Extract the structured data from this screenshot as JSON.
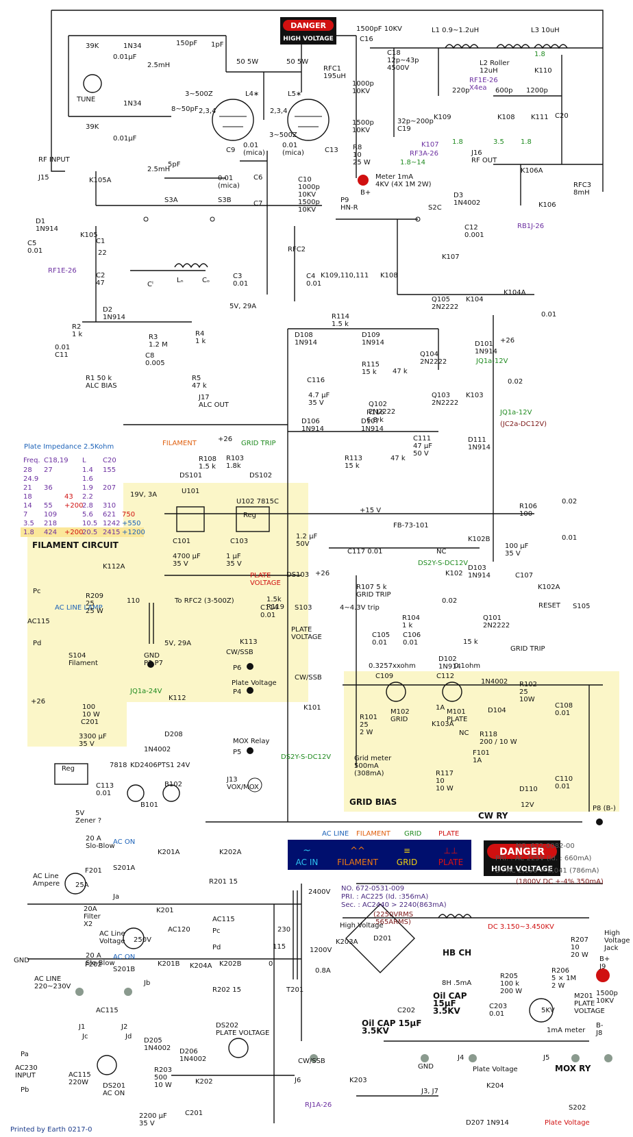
{
  "danger_top": {
    "title": "DANGER",
    "subtitle": "HIGH VOLTAGE"
  },
  "danger_bottom": {
    "title": "DANGER",
    "subtitle": "HIGH VOLTAGE"
  },
  "labels": {
    "tune": "TUNE",
    "rf_input": "RF INPUT",
    "j15": "J15",
    "k105a": "K105A",
    "r39k_a": "39K",
    "r39k_b": "39K",
    "d1n34_a": "1N34",
    "d1n34_b": "1N34",
    "c150p": "150pF",
    "c1p": "1pF",
    "c001_a": "0.01µF",
    "c001_b": "0.01µF",
    "l25mh_a": "2.5mH",
    "l25mh_b": "2.5mH",
    "c850p": "8~50pF",
    "c5p": "5pF",
    "r50_5w_a": "50  5W",
    "r50_5w_b": "50  5W",
    "l4": "L4∗",
    "l5": "L5∗",
    "tube_a": "3~500Z",
    "tube_b": "3~500Z",
    "pins_a": "2,3,4",
    "pins_b": "2,3,4",
    "c1500p_top": "1500pF  10KV",
    "c16": "C16",
    "rfc1": "RFC1\n195uH",
    "c18": "C18\n12p~43p\n4500V",
    "c1000p_10kv": "1000p\n10KV",
    "c1500p_10kv": "1500p\n10KV",
    "c19": "32p~200p\nC19",
    "l1": "L1  0.9~1.2uH",
    "l3": "L3  10uH",
    "l2": "L2 Roller\n12uH",
    "l3_val": "1.8",
    "k110": "K110",
    "rf1e26_top": "RF1E-26\nX4ea",
    "c220p": "220p",
    "c600p": "600p",
    "c1200p": "1200p",
    "c20": "C20",
    "k109": "K109",
    "k108": "K108",
    "k111": "K111",
    "v18_a": "1.8",
    "v35": "3.5",
    "v18_b": "1.8",
    "k107": "K107",
    "rf3a26": "RF3A-26",
    "range": "1.8~14",
    "r8": "R8\n10\n25 W",
    "meter": "Meter 1mA\n4KV (4X 1M 2W)",
    "p9": "P9\nHN-R",
    "b_plus": "B+",
    "c10": "C10\n1000p\n10KV\n1500p\n10KV",
    "j16": "J16\nRF OUT",
    "k106a": "K106A",
    "rfc3": "RFC3\n8mH",
    "d3": "D3\n1N4002",
    "k106": "K106",
    "rb1j26": "RB1J-26",
    "c12": "C12\n0.001",
    "s2c": "S2C",
    "d1": "D1\n1N914",
    "c5": "C5\n0.01",
    "k105": "K105",
    "c1": "C1",
    "c1_val": "22",
    "rf1e26_left": "RF1E-26",
    "c2": "C2\n47",
    "ci": "Cᴵ",
    "ln": "Lₙ",
    "co": "Cₒ",
    "s3a": "S3A",
    "s3b": "S3B",
    "c6": "C6",
    "c7": "C7",
    "c9": "C9",
    "c13": "C13",
    "mica_a": "0.01\n(mica)",
    "mica_b": "0.01\n(mica)",
    "mica_c": "0.01\n(mica)",
    "rfc2": "RFC2",
    "c3": "C3\n0.01",
    "c4": "C4\n0.01",
    "heater": "5V, 29A",
    "k109_111": "K109,110,111",
    "k108_b": "K108",
    "k107_b": "K107",
    "d2": "D2\n1N914",
    "r2": "R2\n1 k",
    "r3": "R3\n1.2 M",
    "r4": "R4\n1 k",
    "c11": "0.01\nC11",
    "c8": "C8\n0.005",
    "r5": "R5\n47 k",
    "r1": "R1  50 k\nALC BIAS",
    "j17": "J17\nALC OUT",
    "q105": "Q105\n2N2222",
    "k104": "K104",
    "k104a": "K104A",
    "c001_k": "0.01",
    "r114": "R114\n1.5 k",
    "d108": "D108\n1N914",
    "d109": "D109\n1N914",
    "q104": "Q104\n2N2222",
    "r115": "R115\n15 k",
    "r47k_a": "47 k",
    "d101": "D101\n1N914",
    "jq1a_a": "JQ1a-12V",
    "v26_a": "+26",
    "c116": "C116",
    "c47u_a": "4.7 µF\n35 V",
    "c002_a": "0.02",
    "q102": "Q102\n2N2222",
    "q103": "Q103\n2N2222",
    "k103": "K103",
    "r116": "R116\n6.8 k",
    "jq1a_b": "JQ1a-12V",
    "jc2a": "(JC2a-DC12V)",
    "d106": "D106\n1N914",
    "d107": "D107\n1N914",
    "c111": "C111\n47 µF\n50 V",
    "r113": "R113\n15 k",
    "r47k_b": "47 k",
    "d111": "D111\n1N914",
    "plate_imp": "Plate Impedance 2.5Kohm",
    "filament": "FILAMENT",
    "grid_trip_lamp": "GRID TRIP",
    "v26_b": "+26",
    "r108": "R108\n1.5 k",
    "r103": "R103\n1.8k",
    "ds101": "DS101",
    "ds102": "DS102",
    "v19_3a": "19V, 3A",
    "u101": "U101",
    "u102": "U102  7815C",
    "reg": "Reg",
    "v15": "+15 V",
    "r106": "R106\n100",
    "c002_b": "0.02",
    "c001_c": "0.01",
    "c101": "C101",
    "c103": "C103",
    "c4700": "4700 µF\n35 V",
    "c1u": "1 µF\n35 V",
    "c12u": "1.2 µF\n50V",
    "fb73": "FB-73-101",
    "k102b": "K102B",
    "nc": "NC",
    "c117": "C117   0.01",
    "c100u": "100 µF\n35 V",
    "filament_circuit": "FILAMENT CIRCUIT",
    "k112a": "K112A",
    "pc": "Pc",
    "pd": "Pd",
    "ac115": "AC115",
    "ac_line_lamp": "AC LINE LAMP",
    "r209": "R209\n25\n25 W",
    "t110": "110",
    "to_rfc2": "To RFC2 (3-500Z)",
    "heater_b": "5V, 29A",
    "s104": "S104\nFilament",
    "plate_voltage_lamp": "PLATE\nVOLTAGE",
    "ds103": "DS103",
    "v26_c": "+26",
    "r119": "1.5k\nR119",
    "c114": "C114\n0.01",
    "k113": "K113",
    "s103": "S103",
    "plate_voltage_sw": "PLATE\nVOLTAGE",
    "cw_ssb": "CW/SSB",
    "p6": "P6",
    "cw_ssb_b": "CW/SSB",
    "plate_voltage_p4": "Plate Voltage",
    "p4": "P4",
    "k101": "K101",
    "mox_relay": "MOX Relay",
    "p5": "P5",
    "ds2y_a": "DS2Y-S-DC12V",
    "j13": "J13\nVOX/MOX",
    "gnd_p3": "GND\nP3,P7",
    "ds2y_b": "DS2Y-S-DC12V",
    "d103": "D103\n1N914",
    "k102": "K102",
    "c107": "C107",
    "k102a": "K102A",
    "reset": "RESET",
    "s105": "S105",
    "r107": "R107  5 k\nGRID TRIP",
    "trip": "4~4.3V trip",
    "r104": "R104\n1 k",
    "c105": "C105\n0.01",
    "c106": "C106\n0.01",
    "r15k": "15 k",
    "d102": "D102\n1N914",
    "q101": "Q101\n2N2222",
    "grid_trip": "GRID TRIP",
    "c002_c": "0.02",
    "ohm_a": "0.3257xxohm",
    "ohm_b": "0.1ohm",
    "c109": "C109",
    "c112": "C112",
    "d1n4002_b": "1N4002",
    "r102": "R102\n25\n10W",
    "c108": "C108\n0.01",
    "m102": "M102\nGRID",
    "m101": "M101\nPLATE",
    "d104": "D104",
    "r101": "R101\n25\n2 W",
    "a1": "1A",
    "k103a": "K103A",
    "nc_b": "NC",
    "r118": "R118\n200 / 10 W",
    "grid_meter": "Grid meter\n500mA\n(308mA)",
    "r117": "R117\n10\n10 W",
    "f101": "F101\n1A",
    "d110": "D110",
    "c110": "C110\n0.01",
    "v12": "12V",
    "grid_bias": "GRID BIAS",
    "cw_ry": "CW RY",
    "p8": "P8 (B-)",
    "jq1a_24": "JQ1a-24V",
    "k112": "K112",
    "r100": "100\n10 W",
    "c201_top": "C201",
    "c3300": "3300 µF\n35 V",
    "d208": "D208",
    "d1n4002_c": "1N4002",
    "v26_d": "+26",
    "reg_b": "Reg",
    "r7818": "7818",
    "kd2406": "KD2406PTS1  24V",
    "c113": "C113\n0.01",
    "b101": "B101",
    "b102": "B102",
    "zener": "5V\nZener ?",
    "legend_ac_line": "AC LINE",
    "legend_filament": "FILAMENT",
    "legend_grid": "GRID",
    "legend_plate": "PLATE",
    "badge_ac_in": "AC IN",
    "badge_filament": "FILAMENT",
    "badge_grid": "GRID",
    "badge_plate": "PLATE",
    "xfmr_no": "NO. 672-0082-00",
    "xfmr_pri": "PRI. : AC 225V  (Id. : 660mA)",
    "xfmr_sec": "S : AC 2,190 > 2,041  (786mA)",
    "xfmr_dc": "(1800V DC +-4%  350mA)",
    "f201": "F201",
    "slo_blow_a": "20 A\nSlo-Blow",
    "ac_on_a": "AC ON",
    "s201a": "S201A",
    "k201a": "K201A",
    "k202a": "K202A",
    "r201": "R201  15",
    "ac_line_ampere": "AC Line\nAmpere",
    "m25a": "25A",
    "filter": "20A\nFilter\nX2",
    "ja": "Ja",
    "k201": "K201",
    "ac120": "AC120",
    "ac115_b": "AC115",
    "pc_b": "Pc",
    "pd_b": "Pd",
    "m250v": "250V",
    "ac_line_voltage": "AC Line\nVoltage",
    "k204a": "K204A",
    "gnd_a": "GND",
    "ac_line": "AC LINE\n220~230V",
    "f202": "F202",
    "slo_blow_b": "20 A\nSlo-Blow",
    "ac_on_b": "AC ON",
    "s201b": "S201B",
    "k201b": "K201B",
    "k202b": "K202B",
    "r202": "R202  15",
    "jb": "Jb",
    "t201_no": "NO. 672-0531-009",
    "t201_pri": "PRI. : AC225  (Id. :356mA)",
    "t201_sec": "Sec. : AC2440 > 2240(863mA)",
    "t201_rms": "(2250VRMS\n.565ARMS)",
    "v2400": "2400V",
    "v230": "230",
    "v115": "115",
    "v0": "0",
    "high_voltage_sw": "High Voltage",
    "k203a": "K203A",
    "v1200": "1200V",
    "a08": "0.8A",
    "t201": "T201",
    "d201": "D201",
    "hb_ch": "HB CH",
    "ch_val": "8H .5mA",
    "r205": "R205\n100 k\n200 W",
    "r206": "R206\n5 × 1M\n2 W",
    "r207": "R207\n10\n20 W",
    "dc_range": "DC 3.150~3.450KV",
    "hv_jack": "High\nVoltage\nJack",
    "b_plus_j9": "B+\nJ9",
    "c1500p_out": "1500p\n10KV",
    "b_minus_j8": "B-\nJ8",
    "c202": "C202",
    "oil_cap_a": "Oil CAP 15µF\n3.5KV",
    "oil_cap_b": "Oil CAP\n15µF\n3.5KV",
    "c203": "C203\n0.01",
    "m5kv": "5KV",
    "m201": "M201\nPLATE\nVOLTAGE",
    "meter_1ma": "1mA meter",
    "ac115_c": "AC115",
    "j1": "J1",
    "j2": "J2",
    "jc": "Jc",
    "jd": "Jd",
    "pa": "Pa",
    "pb": "Pb",
    "ac230_input": "AC230\nINPUT",
    "ac115_220": "AC115\n220W",
    "ds201": "DS201\nAC ON",
    "ds202": "DS202\nPLATE VOLTAGE",
    "d205": "D205\n1N4002",
    "d206": "D206\n1N4002",
    "r203": "R203\n500\n10 W",
    "c2200": "2200 µF\n35 V",
    "c201_b": "C201",
    "k202": "K202",
    "cw_ssb_c": "CW/SSB",
    "j6": "J6",
    "k203": "K203",
    "rj1a26": "RJ1A-26",
    "gnd_b": "GND",
    "j3_j7": "J3, J7",
    "j4": "J4",
    "plate_voltage_j4": "Plate Voltage",
    "k204": "K204",
    "j5": "J5",
    "mox_ry": "MOX RY",
    "s202": "S202",
    "d207": "D207  1N914",
    "plate_voltage_s202": "Plate Voltage",
    "printed_by": "Printed by Earth     0217-0"
  },
  "table": {
    "headers": [
      "Freq.",
      "C18,19",
      "",
      "L",
      "C20"
    ],
    "rows": [
      [
        "28",
        "27",
        "",
        "1.4",
        "155",
        ""
      ],
      [
        "24.9",
        "",
        "",
        "1.6",
        "",
        ""
      ],
      [
        "21",
        "36",
        "",
        "1.9",
        "207",
        ""
      ],
      [
        "18",
        "",
        "43",
        "2.2",
        "",
        ""
      ],
      [
        "14",
        "55",
        "+200",
        "2.8",
        "310",
        ""
      ],
      [
        "7",
        "109",
        "",
        "5.6",
        "621",
        "750"
      ],
      [
        "3.5",
        "218",
        "",
        "10.5",
        "1242",
        "+550"
      ],
      [
        "1.8",
        "424",
        "+200",
        "20.5",
        "2415",
        "+1200"
      ]
    ]
  },
  "colors": {
    "wire": "#111111",
    "highlight": "#fbf6c8",
    "danger_red": "#d01010",
    "dark_blue": "#000f6e",
    "purple": "#6b2fa0",
    "green": "#1f8a1f",
    "orange": "#e06010",
    "blue": "#1c62b8",
    "red": "#d01010",
    "yellow": "#e8d400"
  }
}
